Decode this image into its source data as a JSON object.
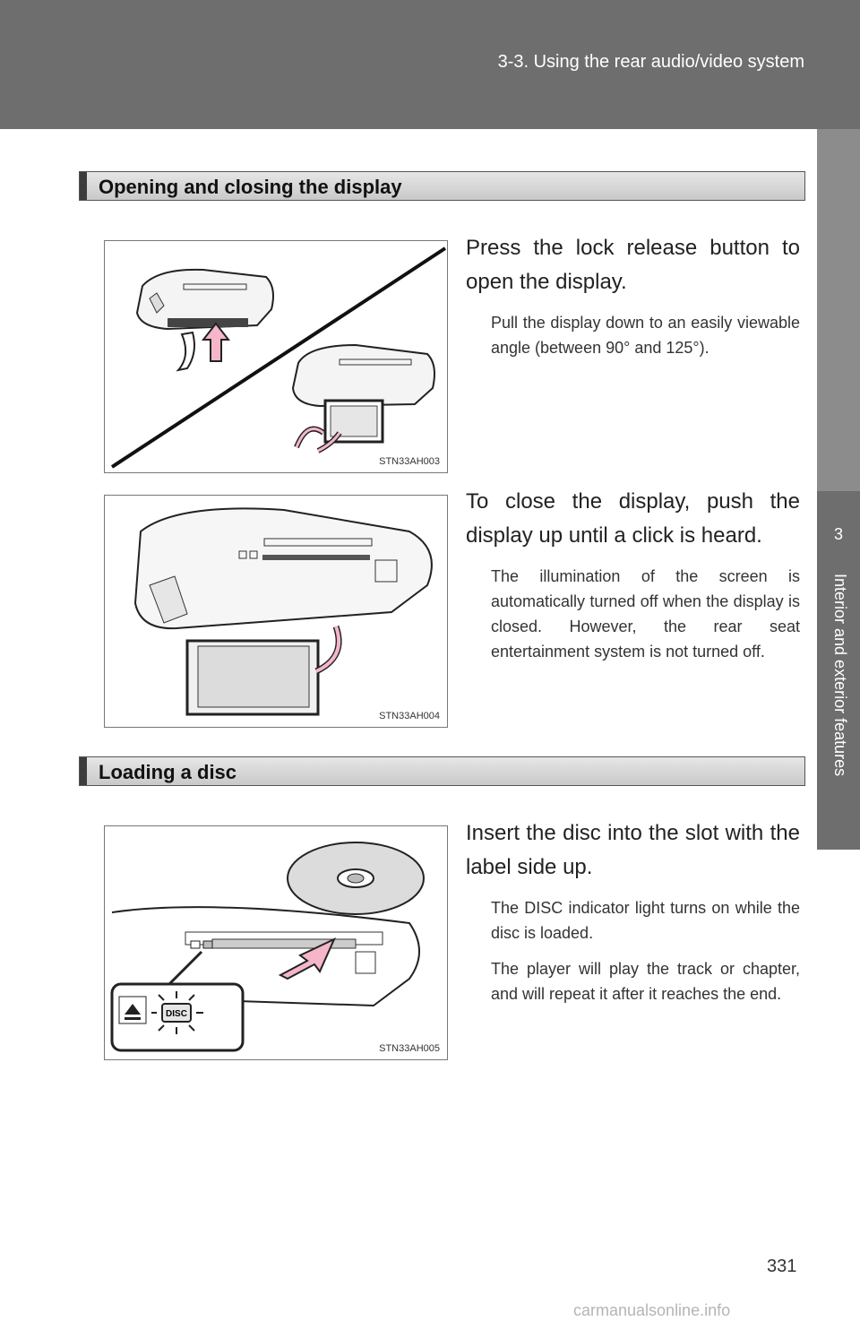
{
  "header": {
    "title": "3-3. Using the rear audio/video system"
  },
  "side_tab": {
    "number": "3",
    "label": "Interior and exterior features"
  },
  "sections": [
    {
      "title": "Opening and closing the display",
      "items": [
        {
          "lead": "Press the lock release button to open the display.",
          "note": "Pull the display down to an easily viewable angle (between 90° and 125°).",
          "figure_code": "STN33AH003"
        },
        {
          "lead": "To close the display, push the display up until a click is heard.",
          "note": "The illumination of the screen is automatically turned off when the display is closed. However, the rear seat entertainment system is not turned off.",
          "figure_code": "STN33AH004"
        }
      ]
    },
    {
      "title": "Loading a disc",
      "items": [
        {
          "lead": "Insert the disc into the slot with the label side up.",
          "notes": [
            "The DISC indicator light turns on while the disc is loaded.",
            "The player will play the track or chapter, and will repeat it after it reaches the end."
          ],
          "figure_code": "STN33AH005",
          "disc_label": "DISC"
        }
      ]
    }
  ],
  "page_number": "331",
  "watermark": "carmanualsonline.info",
  "colors": {
    "header": "#6e6e6e",
    "arrow_pink": "#f4b6c8",
    "bar": "#d8d8d8"
  }
}
